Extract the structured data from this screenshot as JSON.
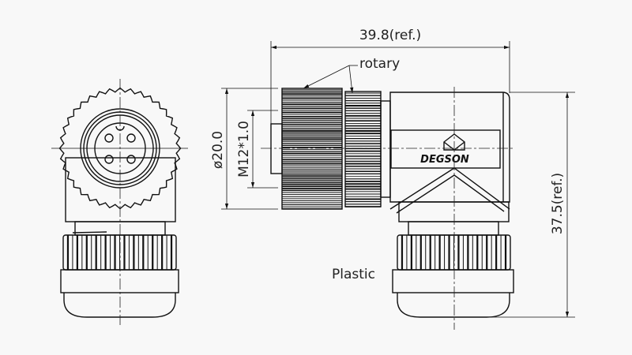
{
  "drawing": {
    "dimensions": {
      "overall_length": "39.8(ref.)",
      "overall_height": "37.5(ref.)",
      "nut_diameter": "ø20.0",
      "thread": "M12*1.0"
    },
    "annotations": {
      "rotary": "rotary",
      "material": "Plastic"
    },
    "brand": "DEGSON"
  }
}
